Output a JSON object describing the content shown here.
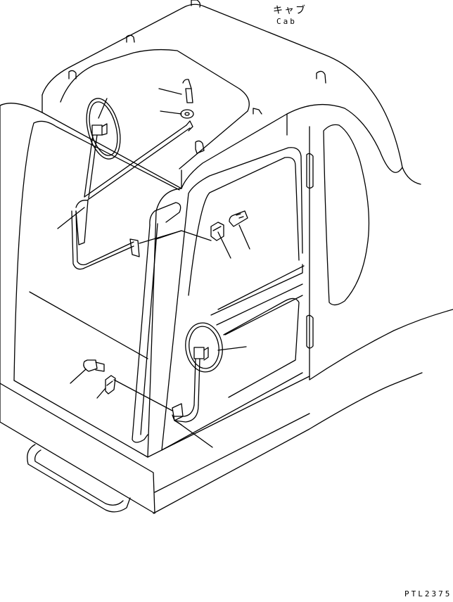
{
  "title": {
    "japanese": "キャブ",
    "english": "Cab"
  },
  "drawing_code": "PTL2375",
  "colors": {
    "line": "#000000",
    "background": "#ffffff"
  }
}
